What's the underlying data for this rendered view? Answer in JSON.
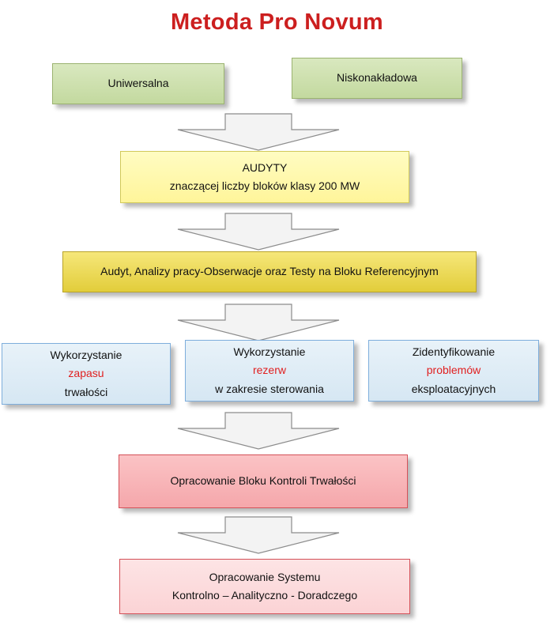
{
  "title": "Metoda Pro Novum",
  "top": {
    "left": "Uniwersalna",
    "right": "Niskonakładowa"
  },
  "audits": {
    "line1": "AUDYTY",
    "line2": "znaczącej liczby bloków klasy 200 MW"
  },
  "analysis": "Audyt, Analizy pracy-Obserwacje oraz Testy na Bloku Referencyjnym",
  "columns": [
    {
      "line1": "Wykorzystanie",
      "highlight": "zapasu",
      "line3": "trwałości"
    },
    {
      "line1": "Wykorzystanie",
      "highlight": "rezerw",
      "line3": "w zakresie sterowania"
    },
    {
      "line1": "Zidentyfikowanie",
      "highlight": "problemów",
      "line3": "eksploatacyjnych"
    }
  ],
  "durability_block": "Opracowanie Bloku Kontroli Trwałości",
  "system": {
    "line1": "Opracowanie Systemu",
    "line2": "Kontrolno – Analityczno - Doradczego"
  },
  "colors": {
    "title": "#cc1f1f",
    "highlight": "#e02020",
    "green": "#c3d99f",
    "yellow_light": "#fff59a",
    "yellow_dark": "#e2cd3a",
    "blue": "#d6e7f3",
    "red": "#f5a7ab",
    "pink": "#fbd3d5"
  }
}
